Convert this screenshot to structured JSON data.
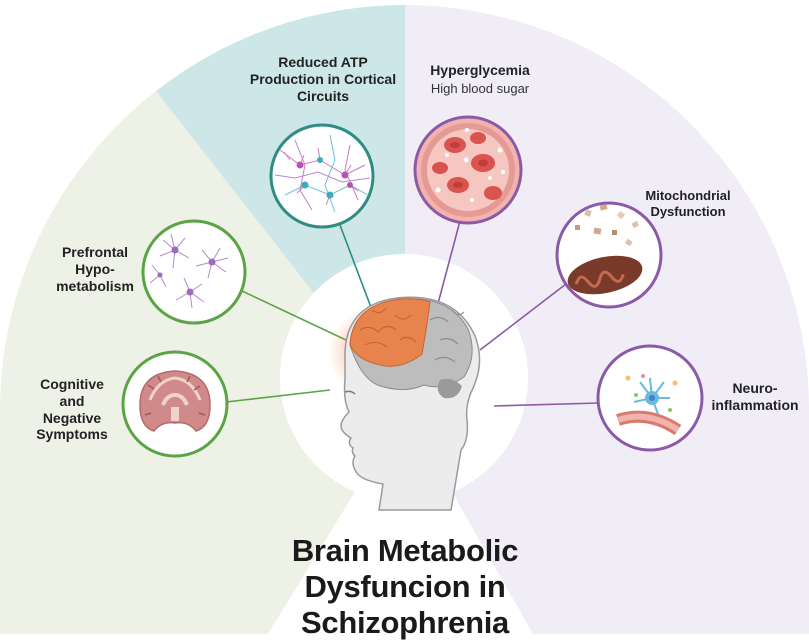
{
  "title": [
    "Brain Metabolic",
    "Dysfuncion in",
    "Schizophrenia"
  ],
  "labels": {
    "reduced_atp": [
      "Reduced ATP",
      "Production in Cortical",
      "Circuits"
    ],
    "hyperglycemia": {
      "heading": "Hyperglycemia",
      "subtext": "High blood sugar"
    },
    "prefrontal": [
      "Prefrontal",
      "Hypo-",
      "metabolism"
    ],
    "mitochondrial": [
      "Mitochondrial",
      "Dysfunction"
    ],
    "cognitive": [
      "Cognitive",
      "and",
      "Negative",
      "Symptoms"
    ],
    "neuroinflammation": [
      "Neuro-",
      "inflammation"
    ]
  },
  "colors": {
    "sector_green": "#eef1e6",
    "sector_teal": "#cde6e8",
    "sector_purple": "#f1edf6",
    "circle_green": "#5aa444",
    "circle_teal": "#2f8c84",
    "circle_purple": "#8a5aa8",
    "brain_highlight": "#e9834d"
  },
  "icons": [
    "neuron-network-icon",
    "red-blood-cells-icon",
    "astrocyte-icon",
    "mitochondrion-icon",
    "brain-slice-icon",
    "immune-cell-icon",
    "human-head-brain-icon"
  ]
}
